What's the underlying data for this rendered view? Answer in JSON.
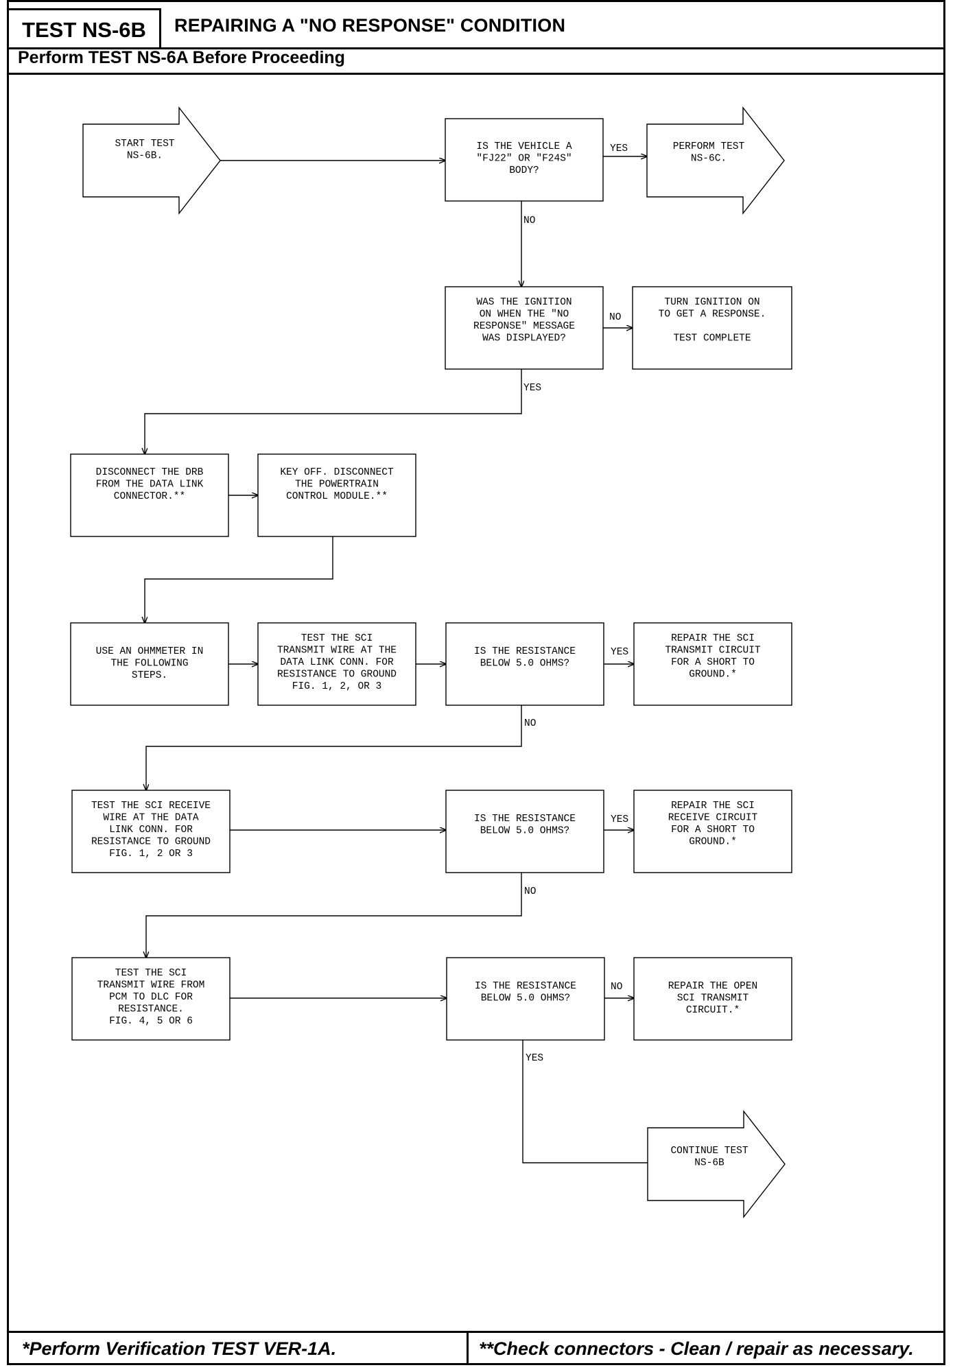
{
  "header": {
    "test_id": "TEST NS-6B",
    "title": "REPAIRING A \"NO RESPONSE\" CONDITION",
    "prerequisite": "Perform TEST NS-6A Before Proceeding"
  },
  "footer": {
    "left_note": "*Perform Verification TEST VER-1A.",
    "right_note": "**Check connectors - Clean / repair as necessary."
  },
  "flowchart": {
    "nodes": {
      "start": [
        "START TEST",
        "NS-6B."
      ],
      "q_body": [
        "IS THE VEHICLE A",
        "\"FJ22\" OR \"F24S\"",
        "BODY?"
      ],
      "perform_6c": [
        "PERFORM TEST",
        "NS-6C."
      ],
      "q_ignition": [
        "WAS THE IGNITION",
        "ON WHEN THE \"NO",
        "RESPONSE\" MESSAGE",
        "WAS DISPLAYED?"
      ],
      "turn_ignition": [
        "TURN IGNITION ON",
        "TO GET A RESPONSE.",
        "",
        "TEST COMPLETE"
      ],
      "disconnect_drb": [
        "DISCONNECT THE DRB",
        "FROM THE DATA LINK",
        "CONNECTOR.**"
      ],
      "key_off": [
        "KEY OFF. DISCONNECT",
        "THE POWERTRAIN",
        "CONTROL MODULE.**"
      ],
      "use_ohmmeter": [
        "USE AN OHMMETER IN",
        "THE FOLLOWING",
        "STEPS."
      ],
      "test_transmit_ground": [
        "TEST THE SCI",
        "TRANSMIT WIRE AT THE",
        "DATA LINK CONN. FOR",
        "RESISTANCE TO GROUND",
        "FIG. 1, 2, OR 3"
      ],
      "q_res_1": [
        "IS THE RESISTANCE",
        "BELOW 5.0 OHMS?"
      ],
      "repair_transmit_short": [
        "REPAIR THE SCI",
        "TRANSMIT CIRCUIT",
        "FOR A SHORT TO",
        "GROUND.*"
      ],
      "test_receive_ground": [
        "TEST THE SCI RECEIVE",
        "WIRE AT THE DATA",
        "LINK CONN. FOR",
        "RESISTANCE TO GROUND",
        "FIG. 1, 2 OR 3"
      ],
      "q_res_2": [
        "IS THE RESISTANCE",
        "BELOW 5.0 OHMS?"
      ],
      "repair_receive_short": [
        "REPAIR THE SCI",
        "RECEIVE CIRCUIT",
        "FOR A SHORT TO",
        "GROUND.*"
      ],
      "test_transmit_pcm": [
        "TEST THE SCI",
        "TRANSMIT WIRE FROM",
        "PCM TO DLC FOR",
        "RESISTANCE.",
        "FIG. 4, 5 OR 6"
      ],
      "q_res_3": [
        "IS THE RESISTANCE",
        "BELOW 5.0 OHMS?"
      ],
      "repair_open_transmit": [
        "REPAIR THE OPEN",
        "SCI TRANSMIT",
        "CIRCUIT.*"
      ],
      "continue": [
        "CONTINUE TEST",
        "NS-6B"
      ]
    },
    "edge_labels": {
      "body_yes": "YES",
      "body_no": "NO",
      "ignition_no": "NO",
      "ignition_yes": "YES",
      "res1_yes": "YES",
      "res1_no": "NO",
      "res2_yes": "YES",
      "res2_no": "NO",
      "res3_no": "NO",
      "res3_yes": "YES"
    }
  }
}
